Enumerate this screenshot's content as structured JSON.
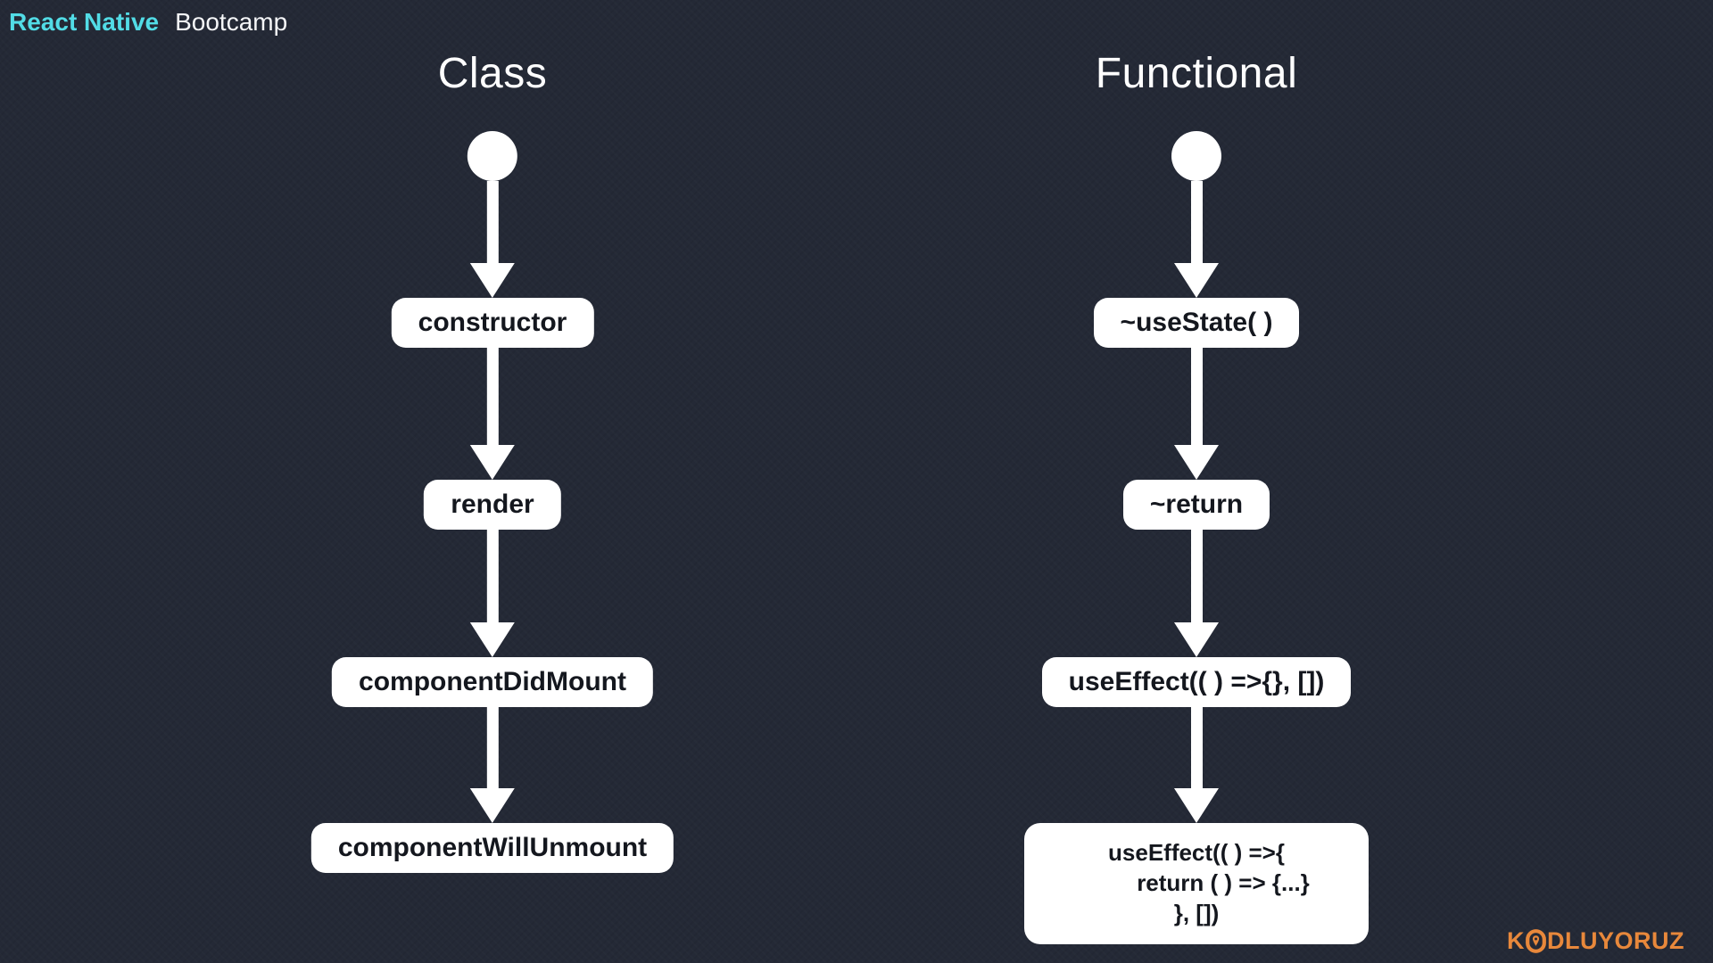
{
  "brand": {
    "product": "React Native",
    "suffix": "Bootcamp"
  },
  "columns": {
    "class": {
      "title": "Class",
      "nodes": [
        "constructor",
        "render",
        "componentDidMount",
        "componentWillUnmount"
      ]
    },
    "functional": {
      "title": "Functional",
      "nodes": [
        "~useState( )",
        "~return",
        "useEffect(( ) =>{}, [])"
      ],
      "multiline_node": {
        "line1": "useEffect(( ) =>{",
        "line2": "return ( ) => {...}",
        "line3": "}, [])"
      }
    }
  },
  "footer": {
    "logo_prefix": "K",
    "logo_suffix": "DLUYORUZ"
  },
  "icons": {
    "start_circle": "filled-white-circle",
    "arrow": "down-arrow",
    "logo_o": "rocket-pin-in-ring"
  },
  "colors": {
    "background": "#242936",
    "accent_cyan": "#52dce6",
    "logo_orange": "#e8883b",
    "node_background": "#ffffff",
    "node_text": "#14171e"
  }
}
